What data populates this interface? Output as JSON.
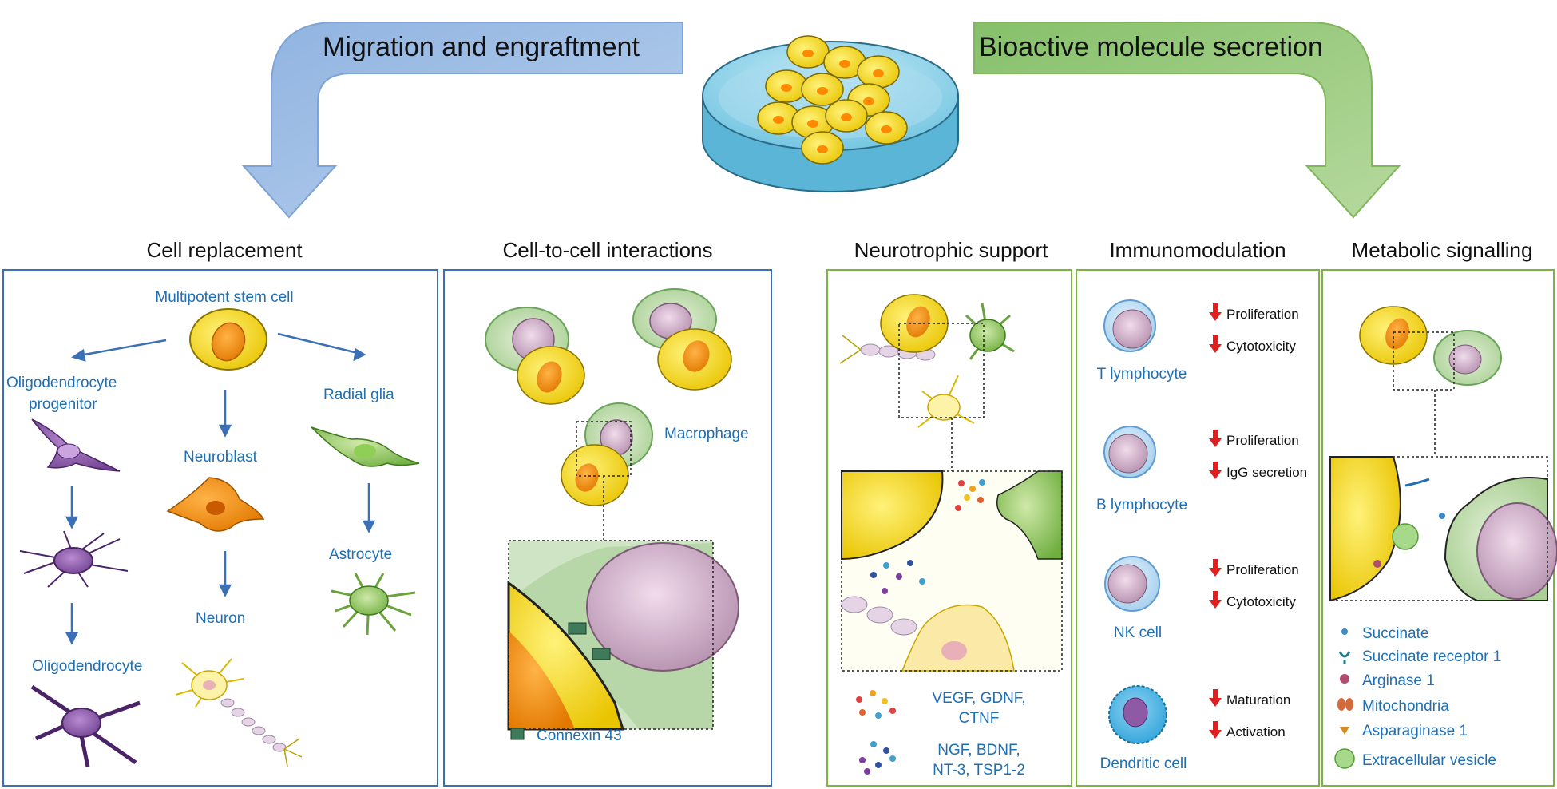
{
  "top": {
    "left_arrow_label": "Migration and engraftment",
    "right_arrow_label": "Bioactive molecule secretion"
  },
  "sections": {
    "cell_replacement": {
      "title": "Cell replacement",
      "stem": "Multipotent stem cell",
      "opc": [
        "Oligodendrocyte",
        "progenitor"
      ],
      "neuroblast": "Neuroblast",
      "radial_glia": "Radial glia",
      "astrocyte": "Astrocyte",
      "neuron": "Neuron",
      "oligodendrocyte": "Oligodendrocyte"
    },
    "cell_interactions": {
      "title": "Cell-to-cell interactions",
      "macrophage": "Macrophage",
      "connexin": "Connexin 43"
    },
    "neurotrophic": {
      "title": "Neurotrophic support",
      "factors1": [
        "VEGF, GDNF,",
        "CTNF"
      ],
      "factors2": [
        "NGF, BDNF,",
        "NT-3, TSP1-2"
      ]
    },
    "immunomodulation": {
      "title": "Immunomodulation",
      "cells": [
        {
          "name": "T lymphocyte",
          "effects": [
            "Proliferation",
            "Cytotoxicity"
          ]
        },
        {
          "name": "B lymphocyte",
          "effects": [
            "Proliferation",
            "IgG secretion"
          ]
        },
        {
          "name": "NK cell",
          "effects": [
            "Proliferation",
            "Cytotoxicity"
          ]
        },
        {
          "name": "Dendritic cell",
          "effects": [
            "Maturation",
            "Activation"
          ]
        }
      ]
    },
    "metabolic": {
      "title": "Metabolic signalling",
      "legend": [
        "Succinate",
        "Succinate receptor 1",
        "Arginase 1",
        "Mitochondria",
        "Asparaginase 1",
        "Extracellular vesicle"
      ]
    }
  },
  "colors": {
    "blue_panel": "#3b6fb6",
    "green_panel": "#7cb342",
    "label_blue": "#1f6fb5",
    "down_arrow": "#e02020"
  }
}
